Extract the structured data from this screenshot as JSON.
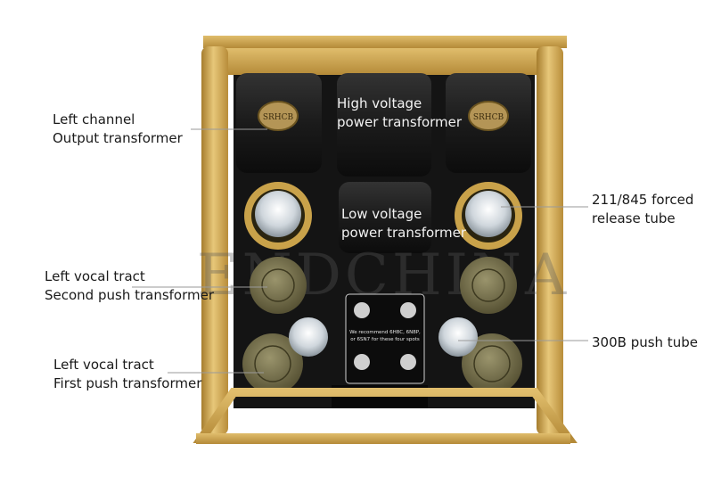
{
  "annotations": {
    "left_output_transformer": [
      "Left channel",
      "Output transformer"
    ],
    "high_voltage_transformer": [
      "High voltage",
      "power transformer"
    ],
    "low_voltage_transformer": [
      "Low voltage",
      "power transformer"
    ],
    "forced_release_tube": [
      "211/845 forced",
      "release tube"
    ],
    "second_push_transformer": [
      "Left vocal tract",
      "Second push transformer"
    ],
    "first_push_transformer": [
      "Left vocal tract",
      "First push transformer"
    ],
    "push_tube": [
      "300B push tube"
    ]
  },
  "panel_notice": [
    "We recommend 6H8C, 6N8P,",
    "or 6SN7 for these four spots"
  ],
  "badge_text": "SRHCB",
  "watermark": "ENDCHINA",
  "colors": {
    "frame_gold": "#c9a24a",
    "plate_black": "#141414",
    "transformer_black": "#1e1e1e",
    "coil_olive": "#76704a"
  }
}
